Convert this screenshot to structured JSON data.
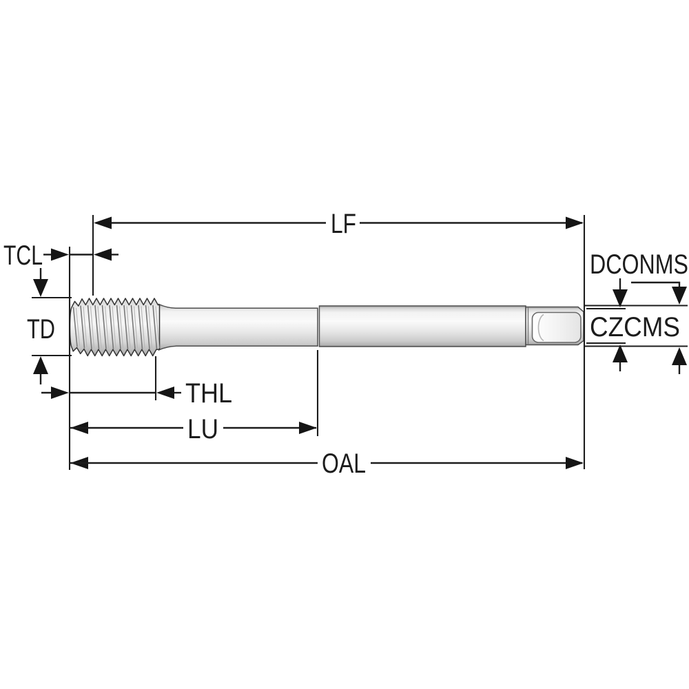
{
  "title": "Tap dimension technical drawing",
  "labels": {
    "lf": "LF",
    "tcl": "TCL",
    "td": "TD",
    "thl": "THL",
    "lu": "LU",
    "oal": "OAL",
    "dconms": "DCONMS",
    "czcms": "CZCMS"
  },
  "colors": {
    "dimension": "#1c1c1c",
    "background": "#ffffff",
    "tool_outline": "#4d4d4d",
    "tool_light": "#f7f7f7",
    "tool_mid": "#dcdcdc",
    "tool_dark": "#8e8e8e"
  }
}
